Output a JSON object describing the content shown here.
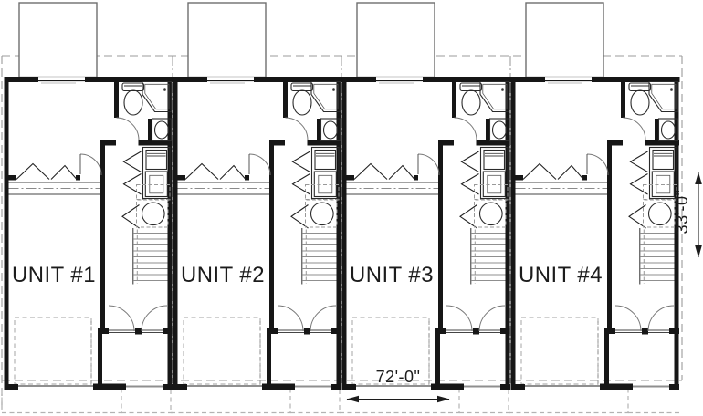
{
  "drawing": {
    "units": [
      {
        "label": "UNIT #1"
      },
      {
        "label": "UNIT #2"
      },
      {
        "label": "UNIT #3"
      },
      {
        "label": "UNIT #4"
      }
    ],
    "dimensions": {
      "overall_width": "72'-0\"",
      "overall_depth": "33'-0\""
    },
    "colors": {
      "wall": "#161616",
      "dashed_outline": "#9b9b9b",
      "light_dashed": "#b3b3b3",
      "text": "#1c1c1c",
      "background": "#ffffff"
    }
  }
}
